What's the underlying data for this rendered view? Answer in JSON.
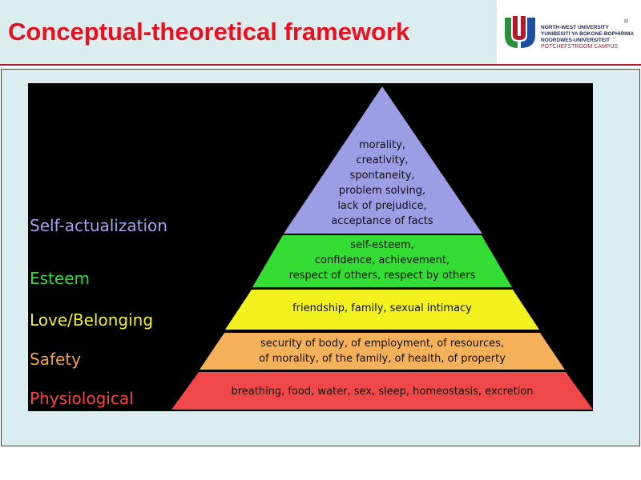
{
  "slide": {
    "title": "Conceptual-theoretical framework"
  },
  "logo": {
    "lines": [
      "NORTH-WEST UNIVERSITY",
      "YUNIBESITI YA BOKONE-BOPHIRIMA",
      "NOORDWES-UNIVERSITEIT"
    ],
    "campus": "POTCHEFSTROOM CAMPUS",
    "registered": "®"
  },
  "pyramid": {
    "levels": [
      {
        "name": "Self-actualization",
        "color": "#9d9de6",
        "label_color": "#a3a3f0",
        "description": "morality,\ncreativity,\nspontaneity,\nproblem solving,\nlack of prejudice,\nacceptance of facts"
      },
      {
        "name": "Esteem",
        "color": "#33dd33",
        "label_color": "#33dd33",
        "description": "self-esteem,\nconfidence, achievement,\nrespect of others, respect by others"
      },
      {
        "name": "Love/Belonging",
        "color": "#f2f21f",
        "label_color": "#f2f21f",
        "description": "friendship, family, sexual intimacy"
      },
      {
        "name": "Safety",
        "color": "#f5b15a",
        "label_color": "#f5a33c",
        "description": "security of body, of employment, of resources,\nof morality, of the family, of health, of property"
      },
      {
        "name": "Physiological",
        "color": "#f04848",
        "label_color": "#ff4040",
        "description": "breathing, food, water, sex, sleep, homeostasis, excretion"
      }
    ]
  }
}
